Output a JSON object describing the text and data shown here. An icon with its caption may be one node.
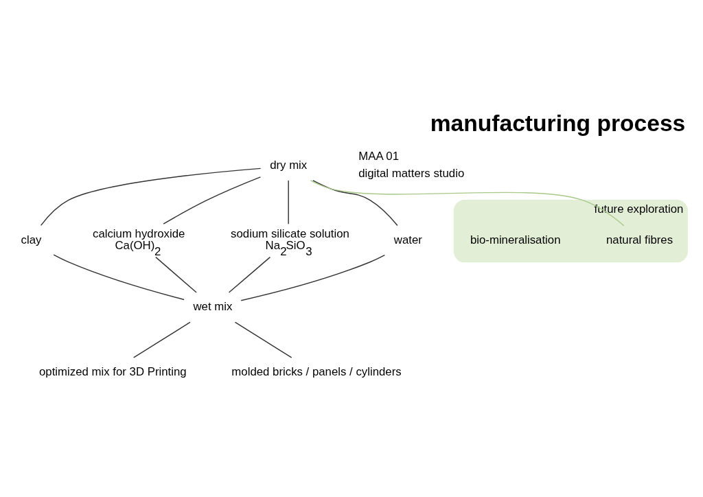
{
  "diagram": {
    "title": "manufacturing process",
    "nodes": [
      {
        "text": [
          "dry mix"
        ]
      },
      {
        "text": [
          "clay"
        ]
      },
      {
        "text": [
          "calcium hydroxide",
          "Ca(OH)$_{2}$"
        ]
      },
      {
        "text": [
          "sodium silicate solution",
          "Na$_{2}$SiO$_{3}$"
        ]
      },
      {
        "text": [
          "water"
        ]
      },
      {
        "text": [
          "future exploration"
        ]
      },
      {
        "text": [
          "natural fibres"
        ],
        "in": 5
      },
      {
        "text": [
          "bio-mineralisation"
        ],
        "in": 5
      },
      {
        "text": [
          "wet mix"
        ]
      },
      {
        "text": [
          "optimized mix for 3D Printing"
        ]
      },
      {
        "text": [
          "molded bricks / panels / cylinders"
        ]
      }
    ],
    "edges": [
      {
        "from": 0,
        "to": 1,
        "arrow": "none"
      },
      {
        "from": 0,
        "to": 2,
        "arrow": "none"
      },
      {
        "from": 0,
        "to": 3,
        "arrow": "none"
      },
      {
        "from": 0,
        "to": 4,
        "arrow": "none"
      },
      {
        "from": 0,
        "to": 6,
        "arrow": "none",
        "color": "#a8c98a"
      },
      {
        "from": 1,
        "to": 8,
        "arrow": "none"
      },
      {
        "from": 2,
        "to": 8,
        "arrow": "none"
      },
      {
        "from": 3,
        "to": 8,
        "arrow": "none"
      },
      {
        "from": 4,
        "to": 8,
        "arrow": "none"
      },
      {
        "from": 8,
        "to": 9,
        "arrow": "none"
      },
      {
        "from": 8,
        "to": 10,
        "arrow": "none"
      }
    ],
    "labels": [
      "MAA 01",
      "digital matters studio"
    ]
  }
}
